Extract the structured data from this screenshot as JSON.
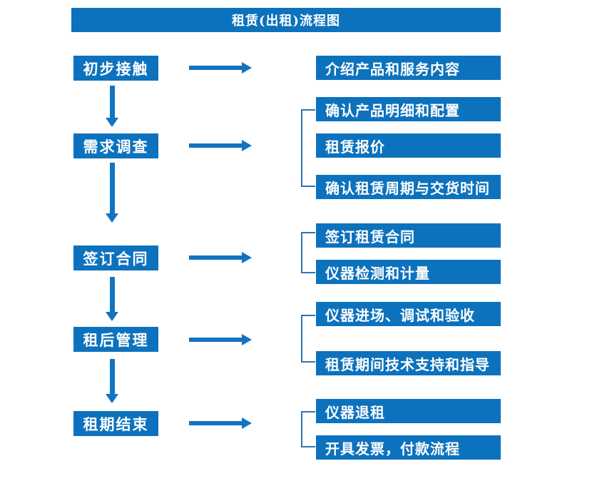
{
  "title": "租赁(出租)流程图",
  "colors": {
    "box_blue": "#0d72bd",
    "arrow_blue": "#1273c1",
    "bracket_blue": "#2e74b5",
    "text_white": "#ffffff"
  },
  "sections": [
    {
      "step": "初步接触",
      "details": [
        "介绍产品和服务内容"
      ]
    },
    {
      "step": "需求调查",
      "details": [
        "确认产品明细和配置",
        "租赁报价",
        "确认租赁周期与交货时间"
      ]
    },
    {
      "step": "签订合同",
      "details": [
        "签订租赁合同",
        "仪器检测和计量"
      ]
    },
    {
      "step": "租后管理",
      "details": [
        "仪器进场、调试和验收",
        "租赁期间技术支持和指导"
      ]
    },
    {
      "step": "租期结束",
      "details": [
        "仪器退租",
        "开具发票，付款流程"
      ]
    }
  ]
}
